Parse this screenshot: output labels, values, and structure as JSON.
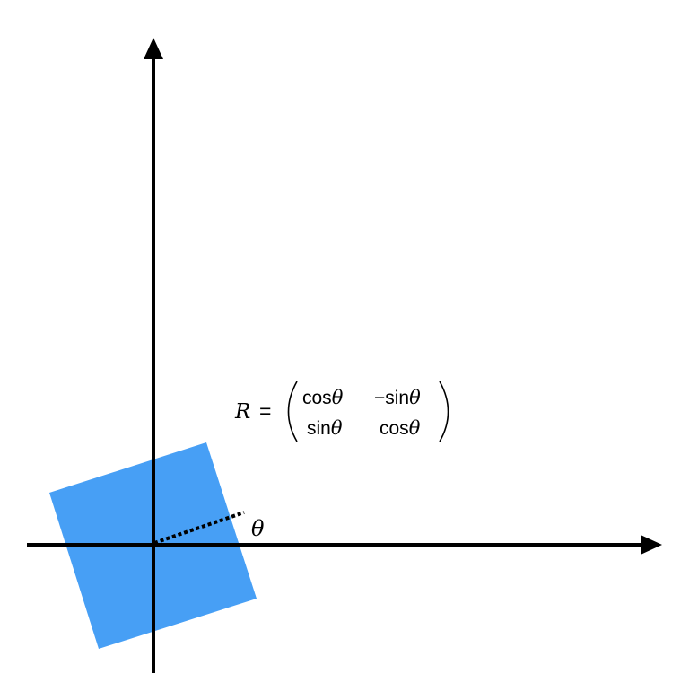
{
  "colors": {
    "background": "#ffffff",
    "axis": "#000000",
    "square_fill": "#479ff5",
    "ray": "#000000"
  },
  "angle_label": "θ",
  "equation": {
    "lhs": "R",
    "equals": "=",
    "matrix": [
      [
        "cos",
        "θ",
        "−sin",
        "θ"
      ],
      [
        "sin",
        "θ",
        "cos",
        "θ"
      ]
    ]
  }
}
